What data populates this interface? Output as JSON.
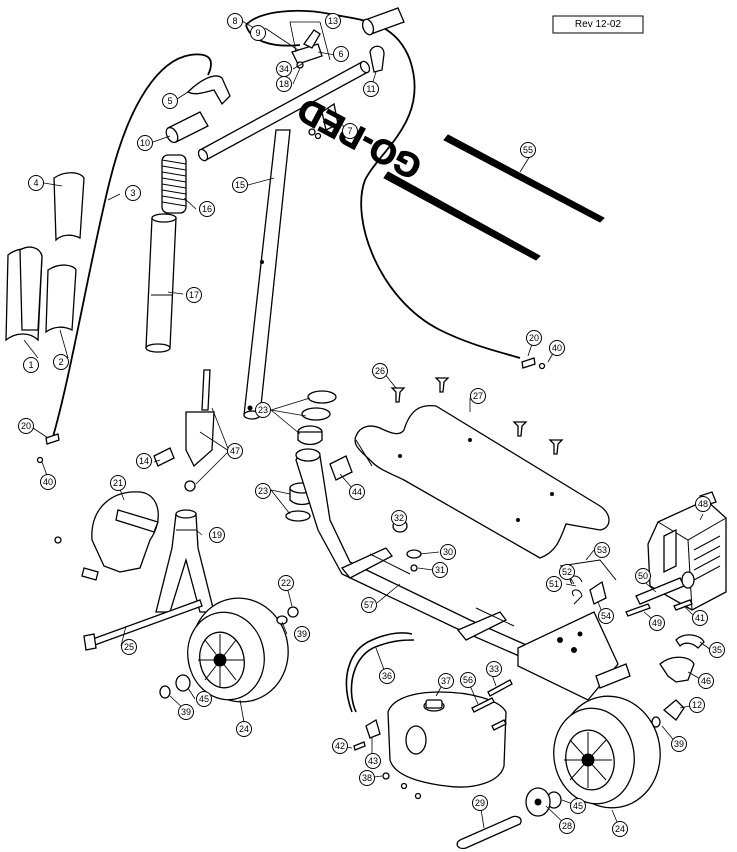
{
  "revision": "Rev 12-02",
  "logo_text": "GO-PED",
  "callout_numbers": [
    "1",
    "2",
    "3",
    "4",
    "5",
    "6",
    "7",
    "8",
    "9",
    "10",
    "11",
    "12",
    "13",
    "14",
    "15",
    "16",
    "17",
    "19",
    "20",
    "20",
    "21",
    "22",
    "23",
    "23",
    "24",
    "24",
    "25",
    "26",
    "27",
    "28",
    "29",
    "30",
    "31",
    "32",
    "33",
    "34",
    "35",
    "36",
    "37",
    "38",
    "39",
    "39",
    "39",
    "40",
    "40",
    "41",
    "42",
    "43",
    "44",
    "45",
    "45",
    "46",
    "47",
    "48",
    "49",
    "50",
    "51",
    "52",
    "53",
    "54",
    "55",
    "56",
    "57",
    "18"
  ],
  "icons": [
    "exploded-parts-diagram"
  ]
}
